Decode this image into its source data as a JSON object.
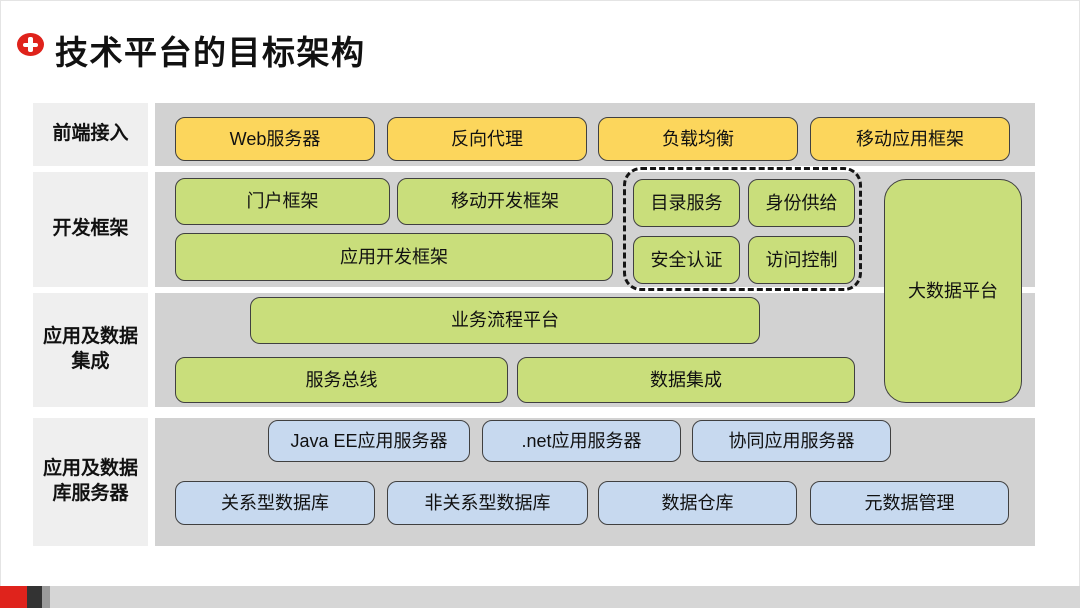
{
  "header": {
    "bullet_icon": "plus-badge-icon",
    "title": "技术平台的目标架构"
  },
  "colors": {
    "accent_red": "#DF231C",
    "yellow_box": "#FCD65C",
    "green_box": "#C9DE7B",
    "blue_box": "#C7D9EF",
    "band_background": "#D2D2D2",
    "label_background": "#EFEFEF",
    "box_border": "#404040",
    "footer_dark": "#333333",
    "footer_mid_gray": "#9B9B9B",
    "footer_light_gray": "#D6D6D6"
  },
  "diagram": {
    "rows": [
      {
        "label": "前端接入",
        "boxes": [
          {
            "label": "Web服务器"
          },
          {
            "label": "反向代理"
          },
          {
            "label": "负载均衡"
          },
          {
            "label": "移动应用框架"
          }
        ]
      },
      {
        "label": "开发框架",
        "boxes": [
          {
            "label": "门户框架"
          },
          {
            "label": "移动开发框架"
          },
          {
            "label": "应用开发框架"
          }
        ],
        "security_group": {
          "boxes": [
            {
              "label": "目录服务"
            },
            {
              "label": "身份供给"
            },
            {
              "label": "安全认证"
            },
            {
              "label": "访问控制"
            }
          ]
        }
      },
      {
        "label": "应用及数据集成",
        "boxes": [
          {
            "label": "业务流程平台"
          },
          {
            "label": "服务总线"
          },
          {
            "label": "数据集成"
          }
        ]
      },
      {
        "label": "应用及数据库服务器",
        "boxes": [
          {
            "label": "Java EE应用服务器"
          },
          {
            "label": ".net应用服务器"
          },
          {
            "label": "协同应用服务器"
          },
          {
            "label": "关系型数据库"
          },
          {
            "label": "非关系型数据库"
          },
          {
            "label": "数据仓库"
          },
          {
            "label": "元数据管理"
          }
        ]
      }
    ],
    "spanning_box": {
      "label": "大数据平台"
    }
  }
}
